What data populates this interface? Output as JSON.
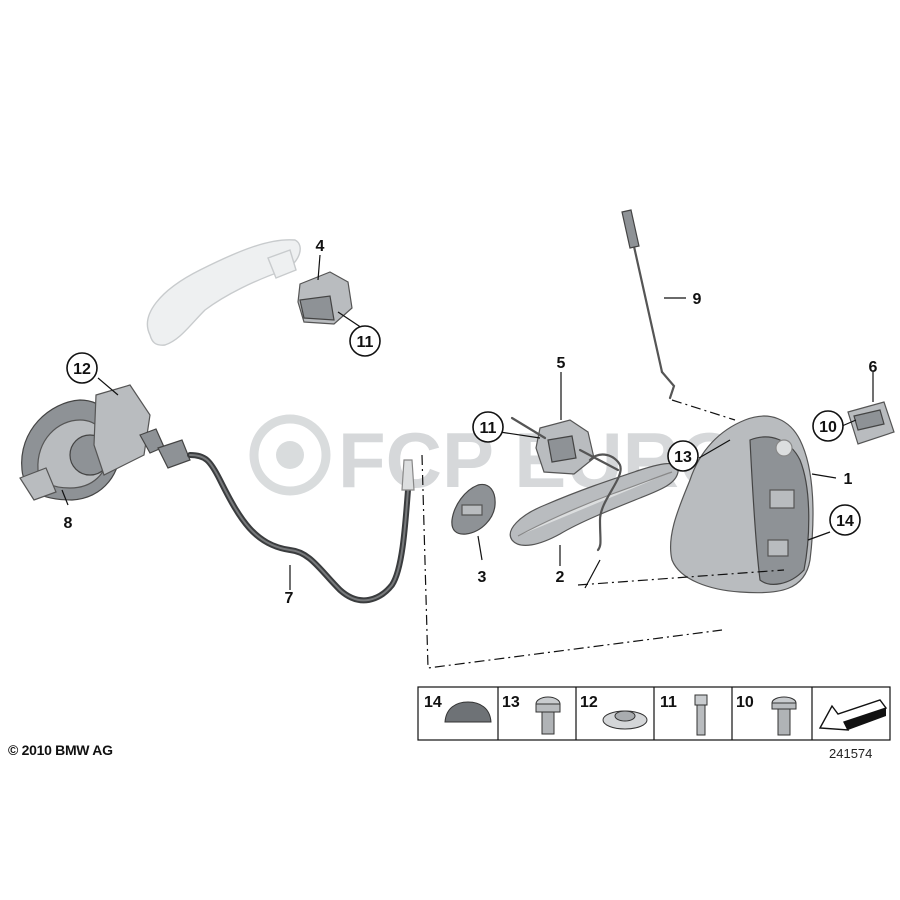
{
  "copyright": "© 2010 BMW AG",
  "image_number": "241574",
  "watermark": "FCP EURO",
  "callouts": [
    {
      "label": "1",
      "circled": false
    },
    {
      "label": "2",
      "circled": false
    },
    {
      "label": "3",
      "circled": false
    },
    {
      "label": "4",
      "circled": false
    },
    {
      "label": "5",
      "circled": false
    },
    {
      "label": "6",
      "circled": false
    },
    {
      "label": "7",
      "circled": false
    },
    {
      "label": "8",
      "circled": false
    },
    {
      "label": "9",
      "circled": false
    },
    {
      "label": "10",
      "circled": true
    },
    {
      "label": "11",
      "circled": true
    },
    {
      "label": "11",
      "circled": true
    },
    {
      "label": "12",
      "circled": true
    },
    {
      "label": "13",
      "circled": true
    },
    {
      "label": "14",
      "circled": true
    }
  ],
  "hardware_table": [
    {
      "label": "14",
      "part": "cap-plug"
    },
    {
      "label": "13",
      "part": "torx-screw"
    },
    {
      "label": "12",
      "part": "speed-nut"
    },
    {
      "label": "11",
      "part": "allen-bolt"
    },
    {
      "label": "10",
      "part": "torx-screw"
    },
    {
      "label": "",
      "part": "direction-arrow"
    }
  ]
}
